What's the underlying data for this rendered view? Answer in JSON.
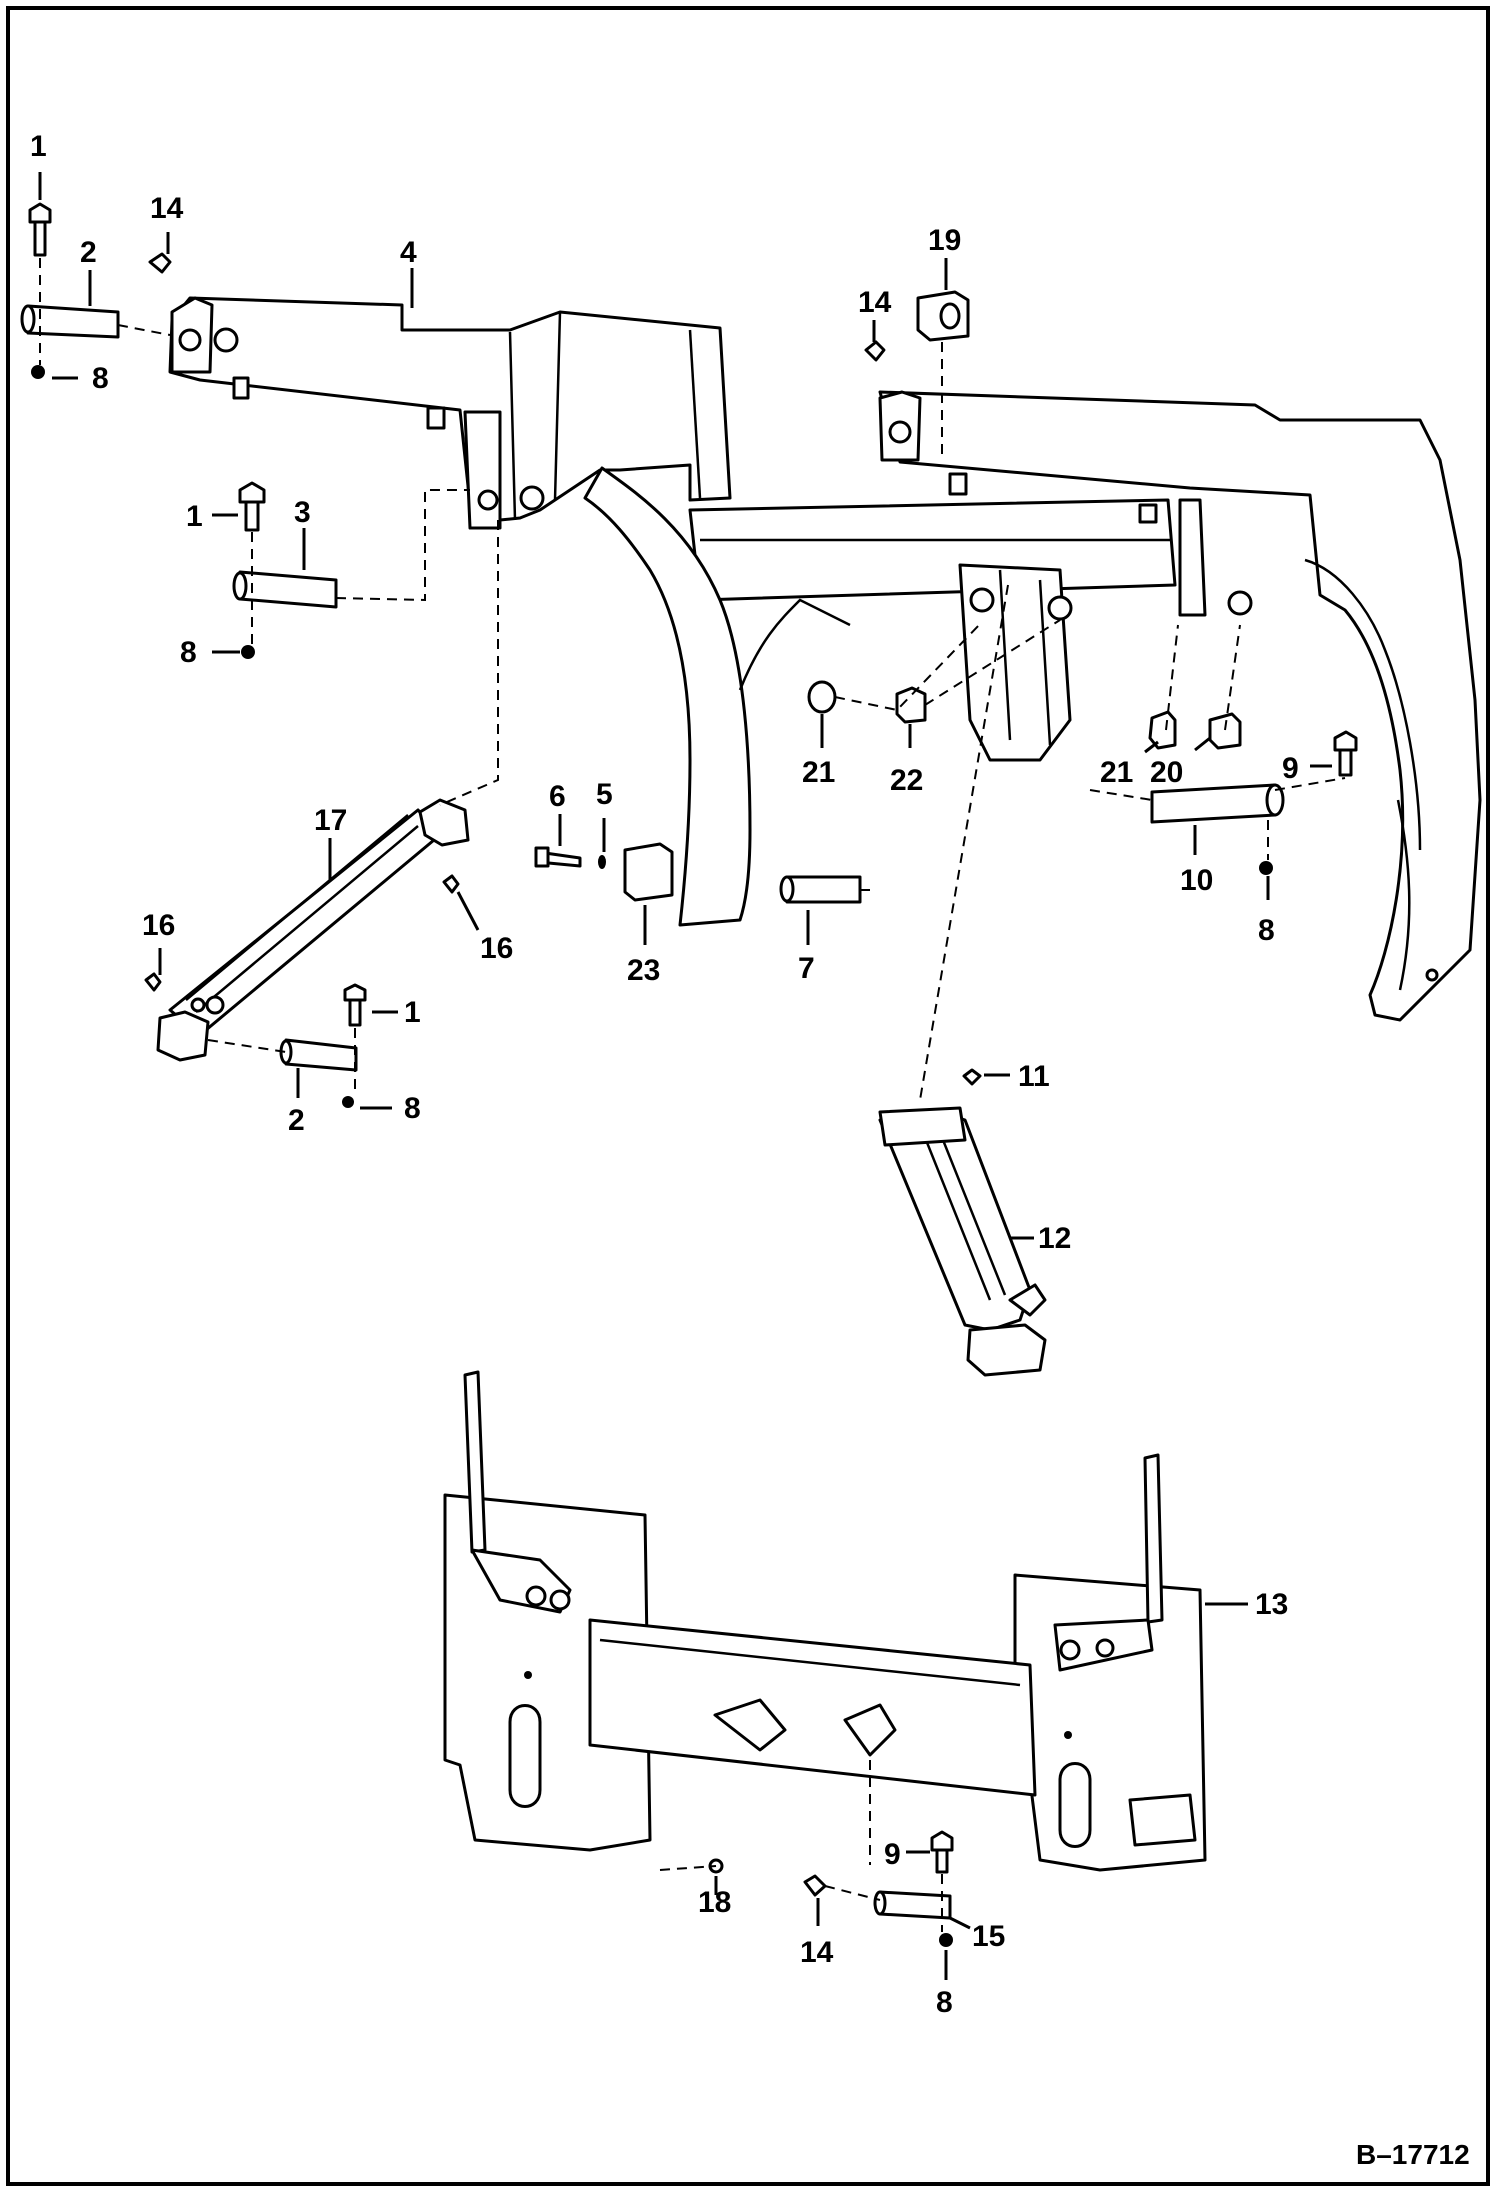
{
  "drawing": {
    "reference_number": "B–17712"
  },
  "callouts": {
    "c1a": "1",
    "c2a": "2",
    "c8a": "8",
    "c14a": "14",
    "c4": "4",
    "c1b": "1",
    "c3": "3",
    "c8b": "8",
    "c19": "19",
    "c14b": "14",
    "c21a": "21",
    "c22": "22",
    "c21b": "21",
    "c20": "20",
    "c9a": "9",
    "c10": "10",
    "c8c": "8",
    "c6": "6",
    "c5": "5",
    "c23": "23",
    "c7": "7",
    "c17": "17",
    "c16a": "16",
    "c16b": "16",
    "c1c": "1",
    "c2b": "2",
    "c8d": "8",
    "c11": "11",
    "c12": "12",
    "c13": "13",
    "c18": "18",
    "c9b": "9",
    "c14c": "14",
    "c15": "15",
    "c8e": "8"
  }
}
